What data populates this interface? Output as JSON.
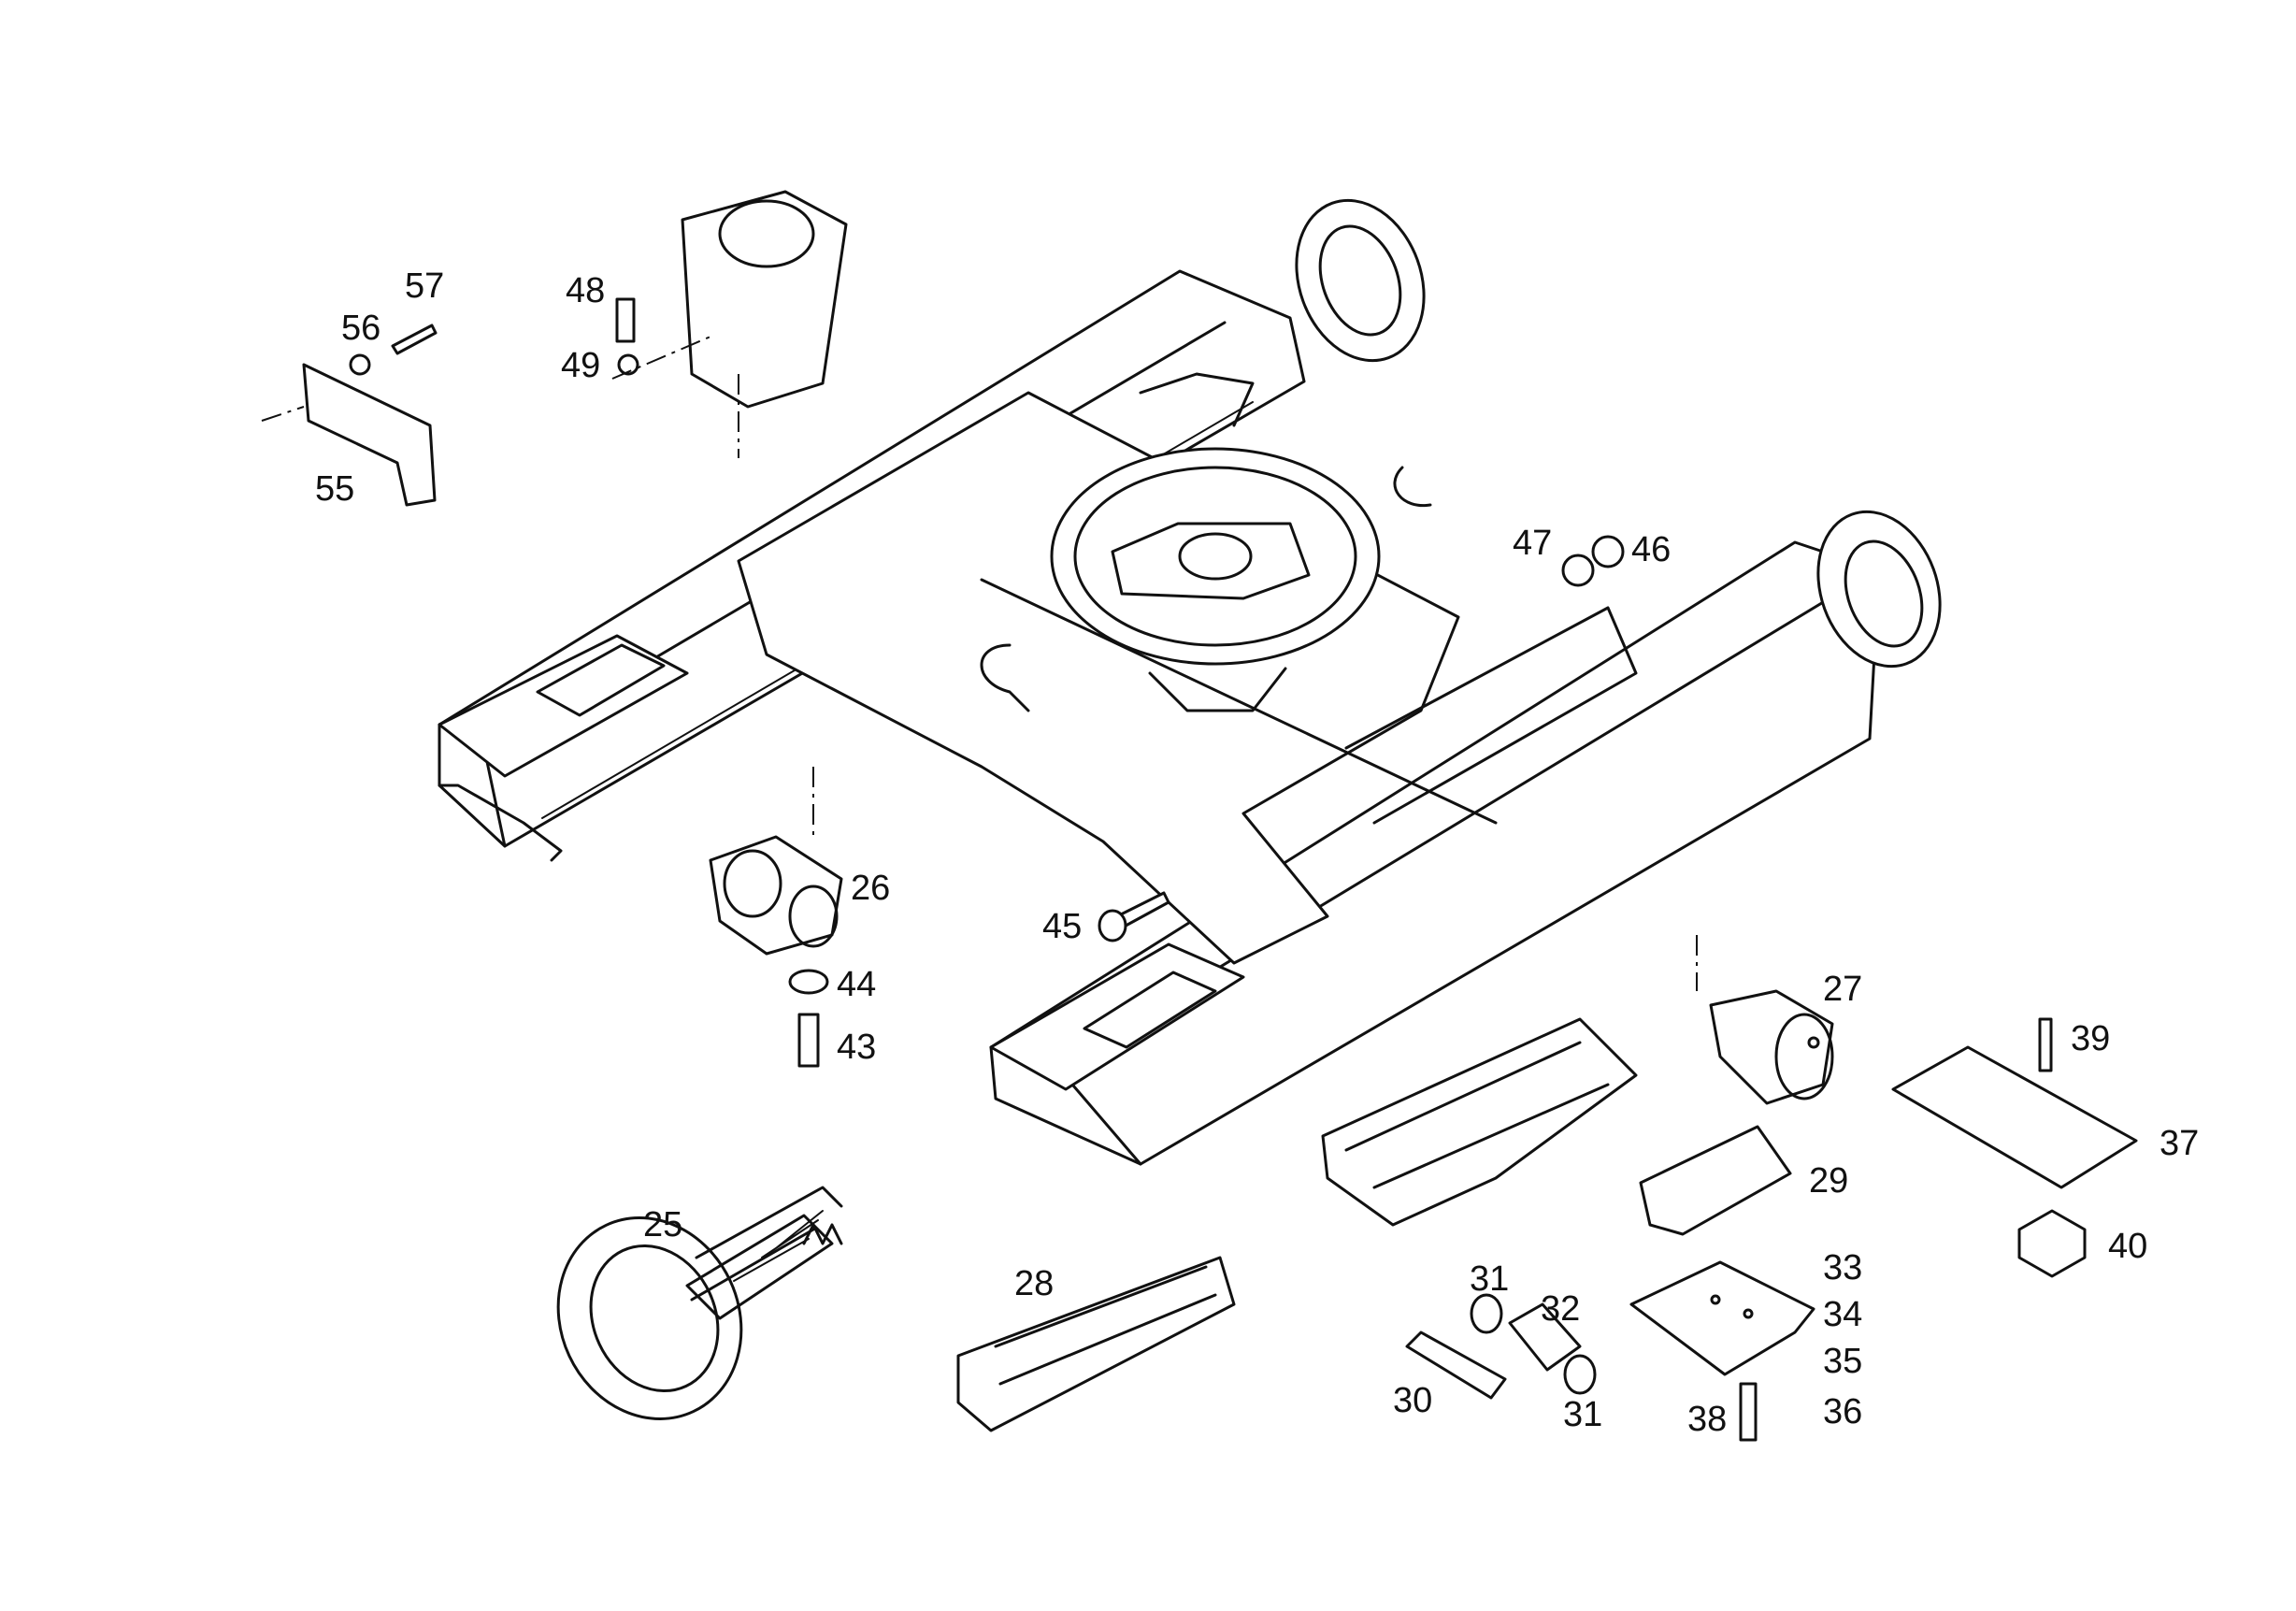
{
  "diagram": {
    "kind": "exploded-parts-view",
    "labels": [
      "25",
      "26",
      "27",
      "28",
      "29",
      "30",
      "31",
      "31",
      "32",
      "33",
      "34",
      "35",
      "36",
      "37",
      "38",
      "39",
      "40",
      "43",
      "44",
      "45",
      "46",
      "47",
      "48",
      "49",
      "55",
      "56",
      "57"
    ]
  }
}
